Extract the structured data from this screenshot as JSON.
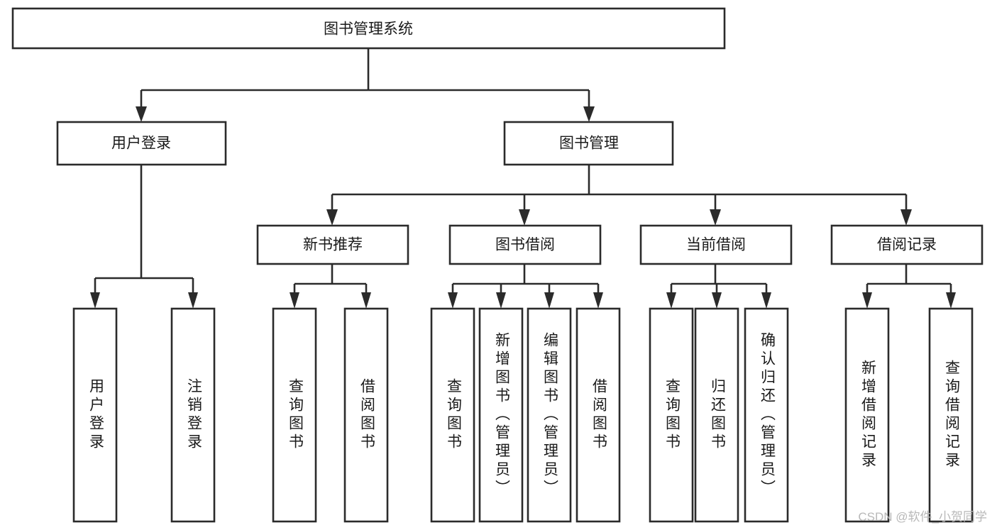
{
  "diagram": {
    "title": "图书管理系统",
    "type": "tree",
    "orientation": "top-down",
    "colors": {
      "box_fill": "#ffffff",
      "box_stroke": "#2b2b2b",
      "text": "#1a1a1a",
      "background": "#ffffff",
      "watermark": "#b8b8b8"
    },
    "root": {
      "label": "图书管理系统",
      "orientation": "horizontal"
    },
    "level2": [
      {
        "label": "用户登录",
        "orientation": "horizontal"
      },
      {
        "label": "图书管理",
        "orientation": "horizontal"
      }
    ],
    "level3": [
      {
        "label": "新书推荐",
        "orientation": "horizontal"
      },
      {
        "label": "图书借阅",
        "orientation": "horizontal"
      },
      {
        "label": "当前借阅",
        "orientation": "horizontal"
      },
      {
        "label": "借阅记录",
        "orientation": "horizontal"
      }
    ],
    "leaves": {
      "user_login": [
        {
          "label": "用户登录",
          "orientation": "vertical"
        },
        {
          "label": "注销登录",
          "orientation": "vertical"
        }
      ],
      "new_book_recommend": [
        {
          "label": "查询图书",
          "orientation": "vertical"
        },
        {
          "label": "借阅图书",
          "orientation": "vertical"
        }
      ],
      "book_borrow": [
        {
          "label": "查询图书",
          "orientation": "vertical"
        },
        {
          "label": "新增图书（管理员）",
          "orientation": "vertical"
        },
        {
          "label": "编辑图书（管理员）",
          "orientation": "vertical"
        },
        {
          "label": "借阅图书",
          "orientation": "vertical"
        }
      ],
      "current_borrow": [
        {
          "label": "查询图书",
          "orientation": "vertical"
        },
        {
          "label": "归还图书",
          "orientation": "vertical"
        },
        {
          "label": "确认归还（管理员）",
          "orientation": "vertical"
        }
      ],
      "borrow_record": [
        {
          "label": "新增借阅记录",
          "orientation": "vertical"
        },
        {
          "label": "查询借阅记录",
          "orientation": "vertical"
        }
      ]
    }
  },
  "watermark": {
    "text": "CSDN @软件_小贺同学"
  }
}
